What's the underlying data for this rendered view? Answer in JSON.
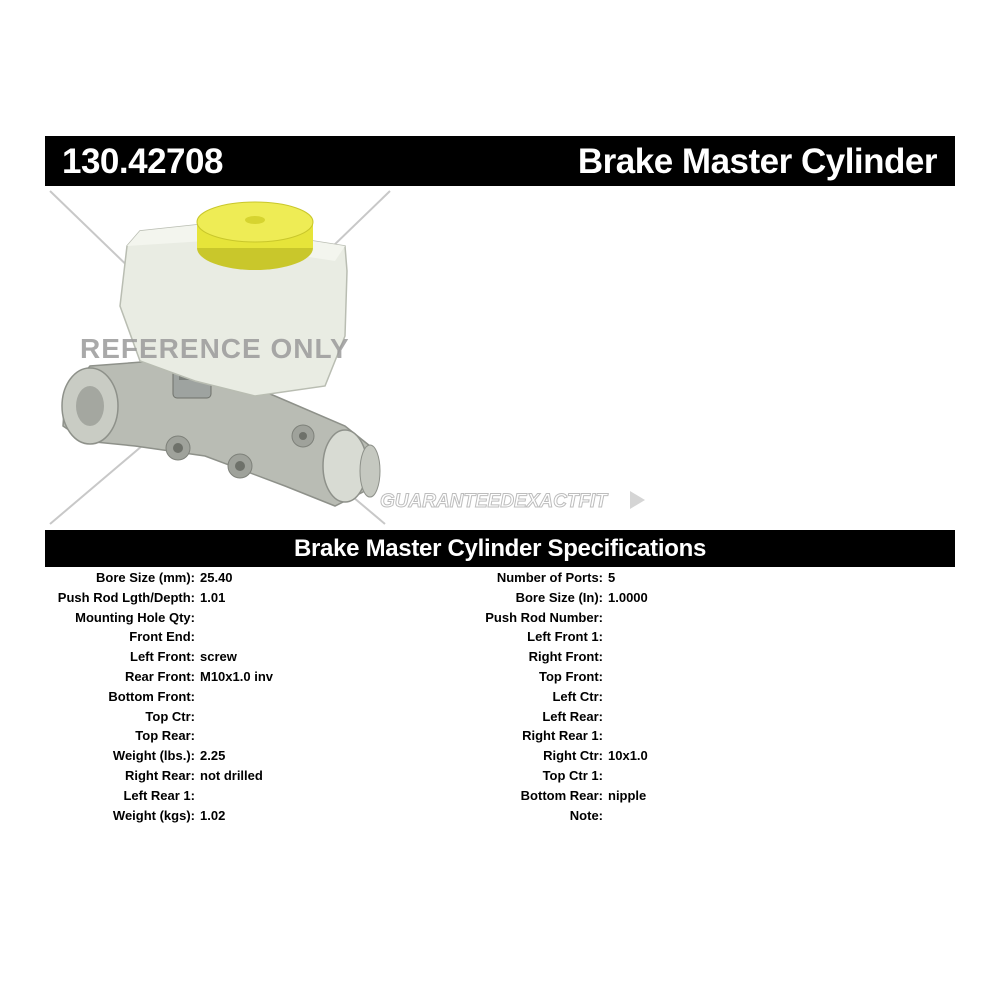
{
  "header": {
    "part_number": "130.42708",
    "title": "Brake Master Cylinder"
  },
  "image": {
    "watermark": "REFERENCE ONLY",
    "logo_text": "GUARANTEEDEXACTFIT",
    "colors": {
      "reservoir": "#e9ece3",
      "cap": "#e6e43a",
      "body": "#b9bcb4"
    }
  },
  "specs": {
    "heading": "Brake Master Cylinder Specifications",
    "left": [
      {
        "label": "Bore Size (mm):",
        "value": "25.40"
      },
      {
        "label": "Push Rod Lgth/Depth:",
        "value": "1.01"
      },
      {
        "label": "Mounting Hole Qty:",
        "value": ""
      },
      {
        "label": "Front End:",
        "value": ""
      },
      {
        "label": "Left Front:",
        "value": "screw"
      },
      {
        "label": "Rear Front:",
        "value": "M10x1.0 inv"
      },
      {
        "label": "Bottom Front:",
        "value": ""
      },
      {
        "label": "Top Ctr:",
        "value": ""
      },
      {
        "label": "Top Rear:",
        "value": ""
      },
      {
        "label": "Weight (lbs.):",
        "value": "2.25"
      },
      {
        "label": "Right Rear:",
        "value": "not drilled"
      },
      {
        "label": "Left Rear 1:",
        "value": ""
      },
      {
        "label": "Weight (kgs):",
        "value": "1.02"
      }
    ],
    "right": [
      {
        "label": "Number of Ports:",
        "value": "5"
      },
      {
        "label": "Bore Size (In):",
        "value": "1.0000"
      },
      {
        "label": "Push Rod Number:",
        "value": ""
      },
      {
        "label": "Left Front 1:",
        "value": ""
      },
      {
        "label": "Right Front:",
        "value": ""
      },
      {
        "label": "Top Front:",
        "value": ""
      },
      {
        "label": "Left Ctr:",
        "value": ""
      },
      {
        "label": "Left Rear:",
        "value": ""
      },
      {
        "label": "Right Rear 1:",
        "value": ""
      },
      {
        "label": "Right Ctr:",
        "value": "10x1.0"
      },
      {
        "label": "Top Ctr 1:",
        "value": ""
      },
      {
        "label": "Bottom Rear:",
        "value": "nipple"
      },
      {
        "label": "Note:",
        "value": ""
      }
    ]
  }
}
